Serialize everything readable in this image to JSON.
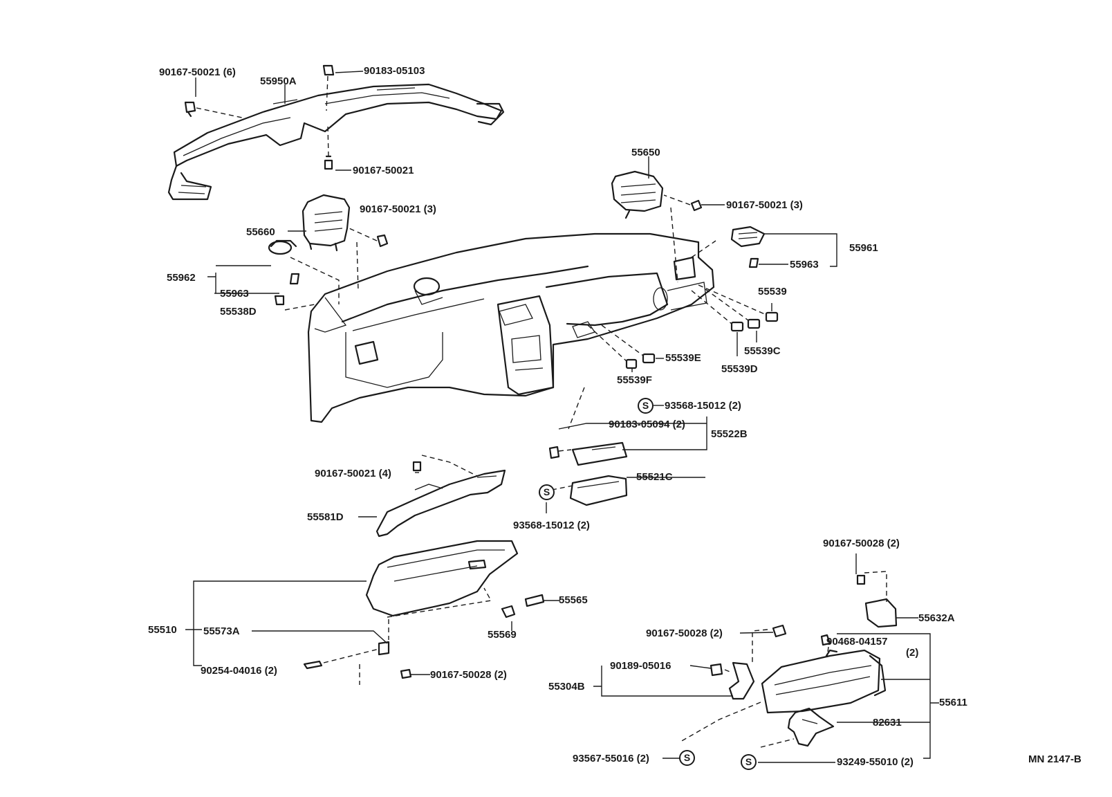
{
  "diagram_code": "MN 2147-B",
  "service_marker": "S",
  "labels": {
    "p90167_50021_6": "90167-50021 (6)",
    "p55950A": "55950A",
    "p90183_05103": "90183-05103",
    "p90167_50021_a": "90167-50021",
    "p55650": "55650",
    "p90167_50021_3a": "90167-50021 (3)",
    "p90167_50021_3b": "90167-50021 (3)",
    "p55660": "55660",
    "p55961": "55961",
    "p55963a": "55963",
    "p55962": "55962",
    "p55963b": "55963",
    "p55539": "55539",
    "p55538D": "55538D",
    "p55539C": "55539C",
    "p55539E": "55539E",
    "p55539D": "55539D",
    "p55539F": "55539F",
    "p93568_15012_2a": "93568-15012 (2)",
    "p90183_05094_2": "90183-05094 (2)",
    "p55522B": "55522B",
    "p90167_50021_4": "90167-50021 (4)",
    "p55521C": "55521C",
    "p55581D": "55581D",
    "p93568_15012_2b": "93568-15012 (2)",
    "p90167_50028_2a": "90167-50028 (2)",
    "p55565": "55565",
    "p55632A": "55632A",
    "p55510": "55510",
    "p55573A": "55573A",
    "p55569": "55569",
    "p90167_50028_2b": "90167-50028 (2)",
    "p90468_04157": "90468-04157",
    "p90468_qty": "(2)",
    "p90254_04016_2": "90254-04016 (2)",
    "p90167_50028_2c": "90167-50028 (2)",
    "p90189_05016": "90189-05016",
    "p55304B": "55304B",
    "p55611": "55611",
    "p82631": "82631",
    "p93567_55016_2": "93567-55016 (2)",
    "p93249_55010_2": "93249-55010 (2)"
  }
}
